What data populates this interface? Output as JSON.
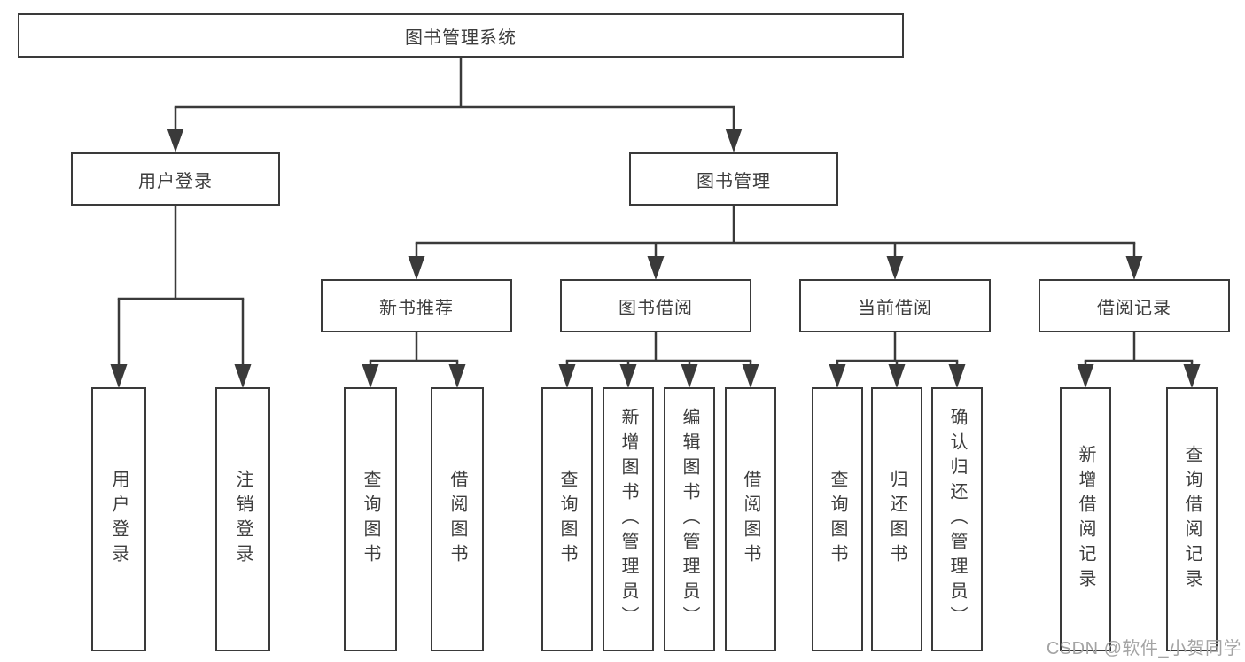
{
  "tree": {
    "label": "图书管理系统",
    "children": [
      {
        "label": "用户登录",
        "children": [
          {
            "label": "用户登录"
          },
          {
            "label": "注销登录"
          }
        ]
      },
      {
        "label": "图书管理",
        "children": [
          {
            "label": "新书推荐",
            "children": [
              {
                "label": "查询图书"
              },
              {
                "label": "借阅图书"
              }
            ]
          },
          {
            "label": "图书借阅",
            "children": [
              {
                "label": "查询图书"
              },
              {
                "label": "新增图书（管理员）"
              },
              {
                "label": "编辑图书（管理员）"
              },
              {
                "label": "借阅图书"
              }
            ]
          },
          {
            "label": "当前借阅",
            "children": [
              {
                "label": "查询图书"
              },
              {
                "label": "归还图书"
              },
              {
                "label": "确认归还（管理员）"
              }
            ]
          },
          {
            "label": "借阅记录",
            "children": [
              {
                "label": "新增借阅记录"
              },
              {
                "label": "查询借阅记录"
              }
            ]
          }
        ]
      }
    ]
  },
  "watermark": "CSDN @软件_小贺同学",
  "colors": {
    "line": "#3a3a3a",
    "text": "#3d3d3d",
    "background": "#ffffff",
    "watermark": "#a4a4a4"
  }
}
